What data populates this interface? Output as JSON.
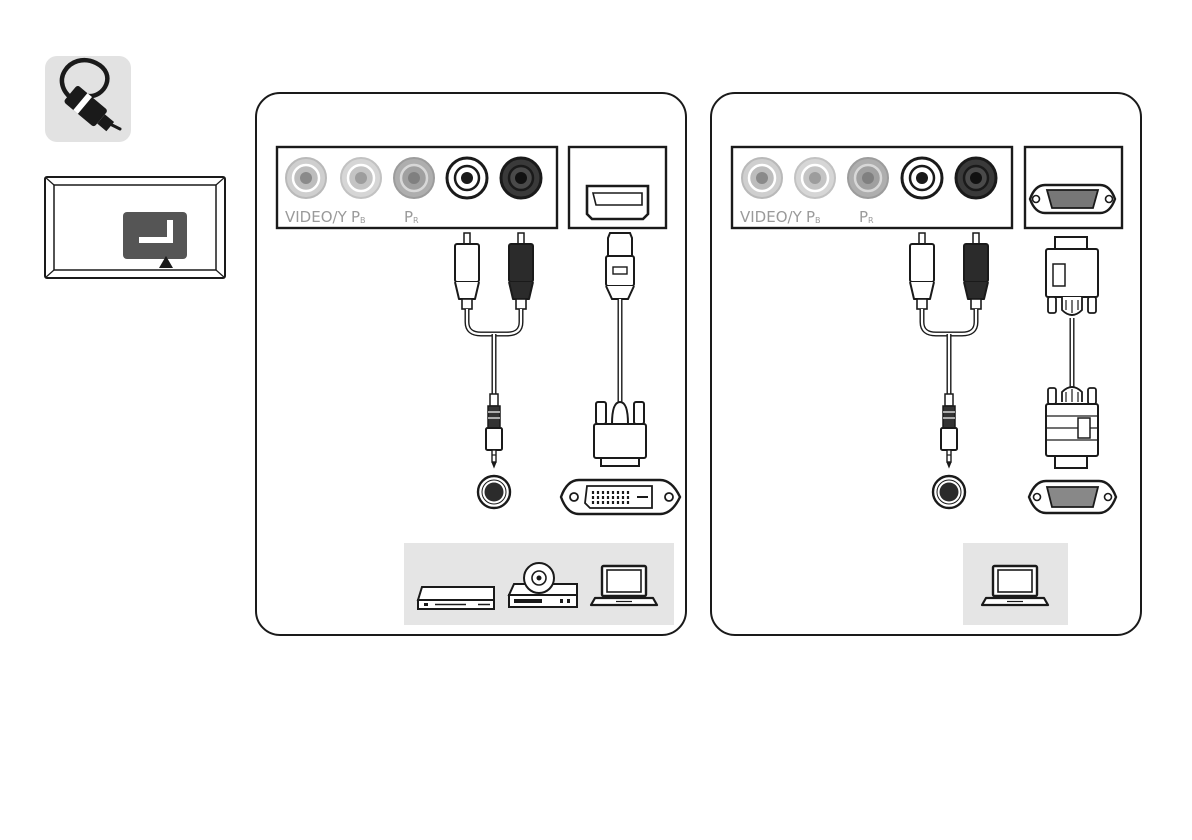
{
  "port_labels": {
    "video_y": "VIDEO/Y",
    "pb_main": "P",
    "pb_sub": "B",
    "pr_main": "P",
    "pr_sub": "R"
  },
  "panels": [
    {
      "id": "left",
      "video_port": "HDMI",
      "cable": "HDMI-to-DVI",
      "source_jack": "DVI",
      "devices": [
        "dvd-player-icon",
        "blu-ray-player-icon",
        "laptop-icon"
      ]
    },
    {
      "id": "right",
      "video_port": "RGB",
      "cable": "VGA-to-VGA",
      "source_jack": "VGA",
      "devices": [
        "laptop-icon"
      ]
    }
  ],
  "colors": {
    "panel_border": "#1a1a1a",
    "device_box": "#e5e5e5",
    "cable_icon_bg": "#e2e2e2",
    "indicator_dark": "#555555"
  }
}
